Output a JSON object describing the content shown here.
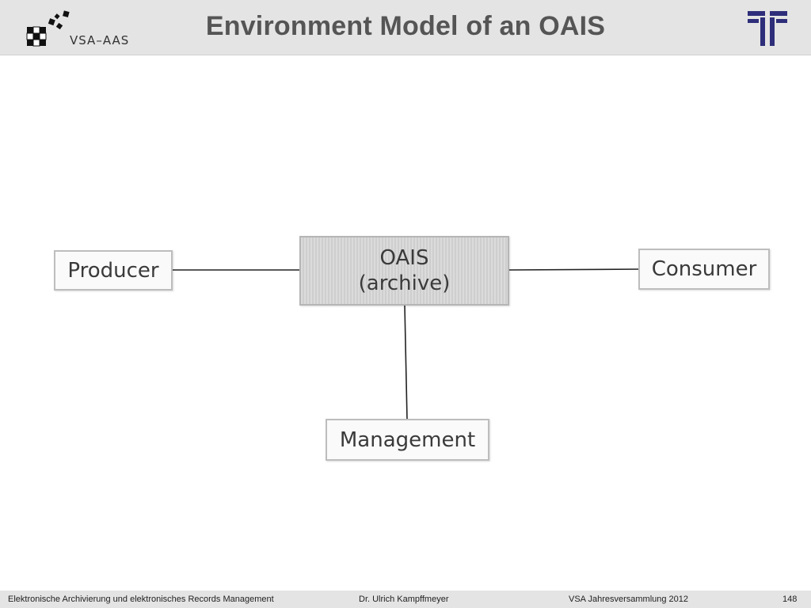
{
  "header": {
    "title": "Environment Model of an OAIS",
    "left_logo_text": "VSA–AAS",
    "right_logo_icon": "institution-logo-icon"
  },
  "diagram": {
    "nodes": {
      "producer": "Producer",
      "oais_line1": "OAIS",
      "oais_line2": "(archive)",
      "consumer": "Consumer",
      "management": "Management"
    },
    "edges": [
      {
        "from": "producer",
        "to": "oais"
      },
      {
        "from": "oais",
        "to": "consumer"
      },
      {
        "from": "oais",
        "to": "management"
      }
    ]
  },
  "footer": {
    "course": "Elektronische Archivierung und elektronisches Records Management",
    "author": "Dr. Ulrich Kampffmeyer",
    "event": "VSA Jahresversammlung 2012",
    "page_number": "148"
  },
  "colors": {
    "header_bg": "#e4e4e4",
    "title_text": "#555555",
    "logo_blue": "#2e2e7a",
    "box_border": "#bdbdbd",
    "oais_fill": "#d6d6d6"
  }
}
